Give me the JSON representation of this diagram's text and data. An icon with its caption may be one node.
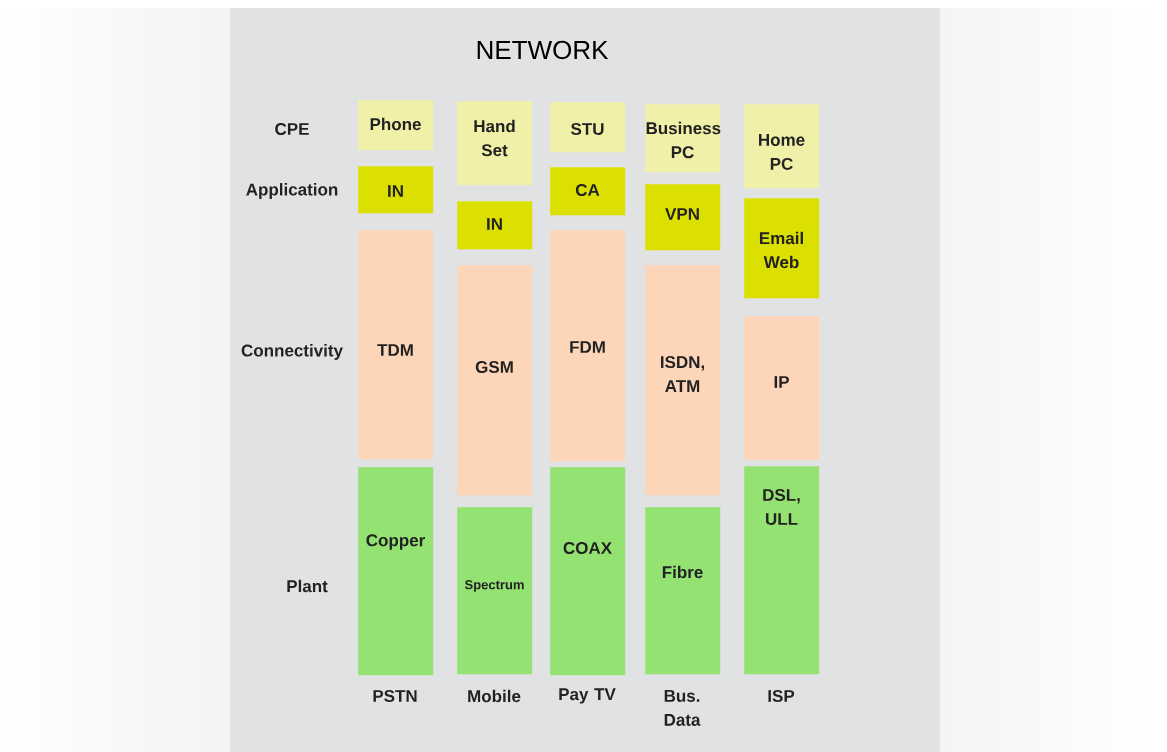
{
  "diagram": {
    "title": "NETWORK",
    "nodes": [
      {
        "text": [
          "Phone"
        ]
      },
      {
        "text": [
          "IN"
        ]
      },
      {
        "text": [
          "TDM"
        ]
      },
      {
        "text": [
          "Copper"
        ]
      },
      {
        "text": [
          "Hand Set"
        ]
      },
      {
        "text": [
          "IN"
        ]
      },
      {
        "text": [
          "GSM"
        ]
      },
      {
        "text": [
          "Spectrum"
        ]
      },
      {
        "text": [
          "STU"
        ]
      },
      {
        "text": [
          "CA"
        ]
      },
      {
        "text": [
          "FDM"
        ]
      },
      {
        "text": [
          "COAX"
        ]
      },
      {
        "text": [
          "Business PC"
        ]
      },
      {
        "text": [
          "VPN"
        ]
      },
      {
        "text": [
          "ISDN, ATM"
        ]
      },
      {
        "text": [
          "Fibre"
        ]
      },
      {
        "text": [
          "Home PC"
        ]
      },
      {
        "text": [
          "Email Web"
        ]
      },
      {
        "text": [
          "IP"
        ]
      },
      {
        "text": [
          "DSL, ULL"
        ]
      }
    ],
    "labels": [
      "CPE",
      "Application",
      "Connectivity",
      "Plant",
      "PSTN",
      "Mobile",
      "Pay TV",
      "Bus. Data",
      "ISP"
    ]
  }
}
